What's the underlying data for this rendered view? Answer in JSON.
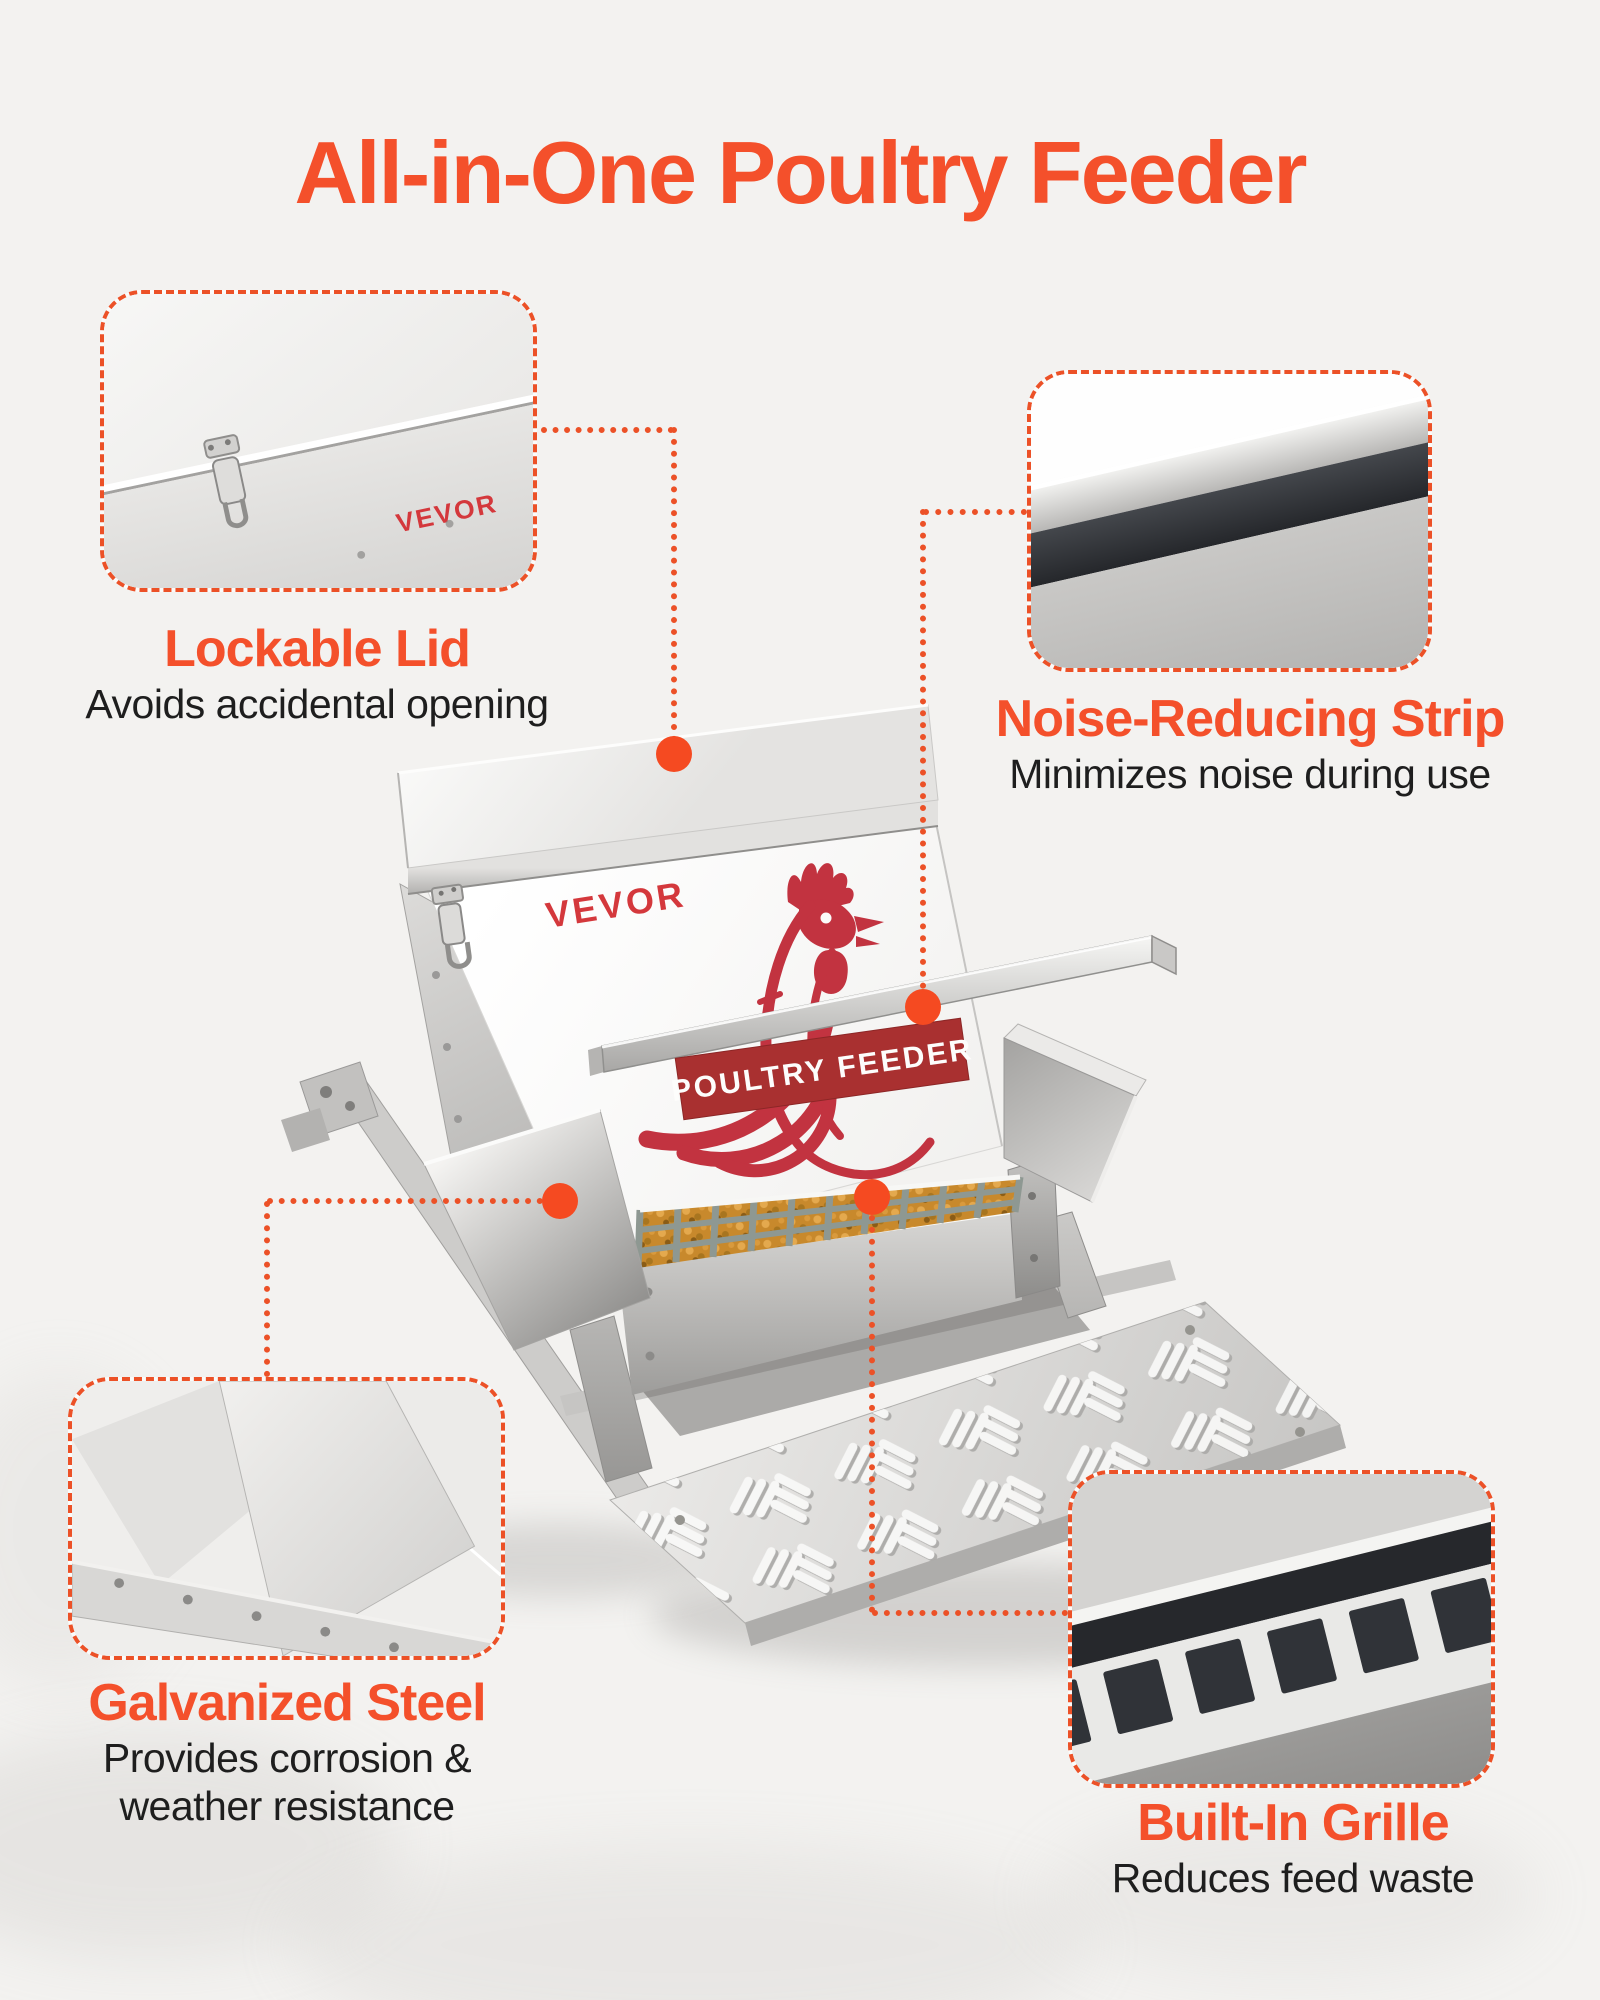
{
  "header": {
    "title": "All-in-One Poultry Feeder"
  },
  "product": {
    "brand": "VEVOR",
    "photo_brand": "VEVOR",
    "label": "POULTRY FEEDER"
  },
  "callouts": {
    "lockable_lid": {
      "title": "Lockable Lid",
      "subtitle": "Avoids accidental opening"
    },
    "noise_strip": {
      "title": "Noise-Reducing Strip",
      "subtitle": "Minimizes noise during use"
    },
    "galvanized_steel": {
      "title": "Galvanized Steel",
      "subtitle_line1": "Provides corrosion &",
      "subtitle_line2": "weather resistance"
    },
    "built_in_grille": {
      "title": "Built-In Grille",
      "subtitle": "Reduces feed waste"
    }
  },
  "colors": {
    "background": "#f3f2f0",
    "accent_orange": "#f4502b",
    "connector_orange": "#ec5127",
    "body_text": "#1e1e1e",
    "brand_red": "#d4383c",
    "rooster_red": "#c23340",
    "label_red": "#a93030",
    "noise_strip_dark": "#33363b"
  }
}
